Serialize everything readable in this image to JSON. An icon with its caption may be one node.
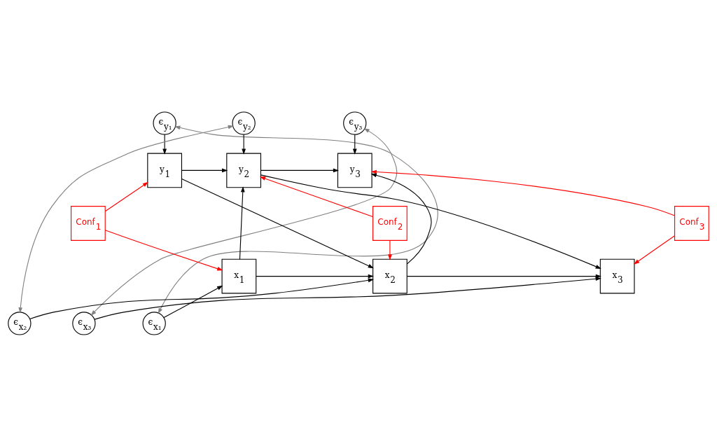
{
  "diagram": {
    "nodes": [
      {
        "text": [
          "ϵ$_{y₁}$"
        ]
      },
      {
        "text": [
          "ϵ$_{y₂}$"
        ]
      },
      {
        "text": [
          "ϵ$_{y₃}$"
        ]
      },
      {
        "text": [
          "y$_{1}$"
        ]
      },
      {
        "text": [
          "y$_{2}$"
        ]
      },
      {
        "text": [
          "y$_{3}$"
        ]
      },
      {
        "text": [
          "Conf$_{1}$"
        ]
      },
      {
        "text": [
          "Conf$_{2}$"
        ]
      },
      {
        "text": [
          "Conf$_{3}$"
        ]
      },
      {
        "text": [
          "x$_{1}$"
        ]
      },
      {
        "text": [
          "x$_{2}$"
        ]
      },
      {
        "text": [
          "x$_{3}$"
        ]
      },
      {
        "text": [
          "ϵ$_{x₁}$"
        ]
      },
      {
        "text": [
          "ϵ$_{x₂}$"
        ]
      },
      {
        "text": [
          "ϵ$_{x₃}$"
        ]
      }
    ],
    "edges": [
      {
        "from": 0,
        "to": 3,
        "arrow": "to"
      },
      {
        "from": 1,
        "to": 4,
        "arrow": "to"
      },
      {
        "from": 2,
        "to": 5,
        "arrow": "to"
      },
      {
        "from": 3,
        "to": 4,
        "arrow": "to"
      },
      {
        "from": 3,
        "to": 10,
        "arrow": "to"
      },
      {
        "from": 9,
        "to": 4,
        "arrow": "to"
      },
      {
        "from": 9,
        "to": 10,
        "arrow": "to"
      },
      {
        "from": 4,
        "to": 5,
        "arrow": "to"
      },
      {
        "from": 4,
        "to": 11,
        "arrow": "to"
      },
      {
        "from": 10,
        "to": 5,
        "arrow": "to"
      },
      {
        "from": 10,
        "to": 11,
        "arrow": "to"
      },
      {
        "from": 6,
        "to": 3,
        "arrow": "to",
        "color": "#ff0000"
      },
      {
        "from": 6,
        "to": 9,
        "arrow": "to",
        "color": "#ff0000"
      },
      {
        "from": 7,
        "to": 4,
        "arrow": "to",
        "color": "#ff0000"
      },
      {
        "from": 7,
        "to": 10,
        "arrow": "to",
        "color": "#ff0000"
      },
      {
        "from": 8,
        "to": 5,
        "arrow": "to",
        "color": "#ff0000"
      },
      {
        "from": 8,
        "to": 11,
        "arrow": "to",
        "color": "#ff0000"
      },
      {
        "from": 12,
        "to": 9,
        "arrow": "to"
      },
      {
        "from": 13,
        "to": 10,
        "arrow": "to"
      },
      {
        "from": 14,
        "to": 11,
        "arrow": "to"
      },
      {
        "from": 0,
        "to": 12,
        "arrow": "both",
        "color": "#808080"
      },
      {
        "from": 1,
        "to": 13,
        "arrow": "both",
        "color": "#808080"
      },
      {
        "from": 2,
        "to": 14,
        "arrow": "both",
        "color": "#808080"
      }
    ]
  }
}
